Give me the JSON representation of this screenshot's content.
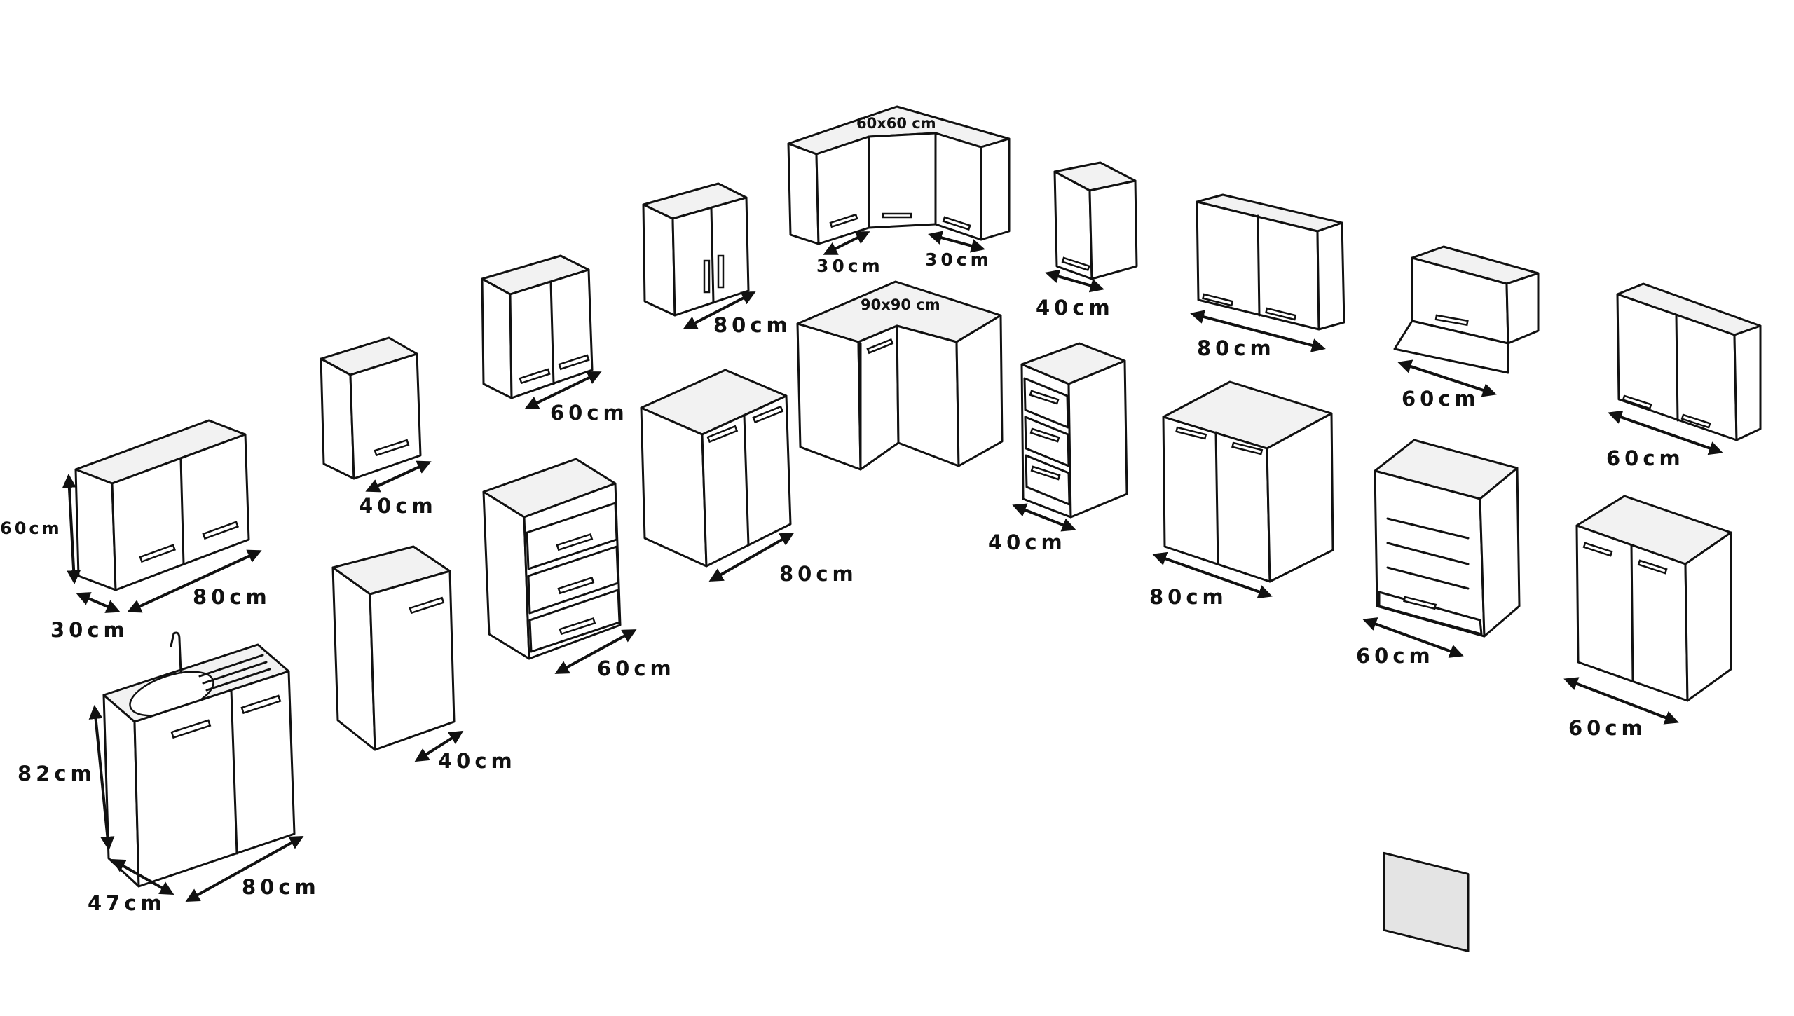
{
  "diagram": {
    "labels": {
      "sink_width": "80cm",
      "sink_depth": "47cm",
      "sink_height": "82cm",
      "wall_big_width": "80cm",
      "wall_big_depth": "30cm",
      "wall_big_height": "60cm",
      "wall_40": "40cm",
      "base_40": "40cm",
      "wall_60_a": "60cm",
      "drawer_60": "60cm",
      "wall_80_a": "80cm",
      "base_80_a": "80cm",
      "corner_wall_size": "60x60 cm",
      "corner_wall_left": "30cm",
      "corner_wall_right": "30cm",
      "corner_base_size": "90x90 cm",
      "wall_40_b": "40cm",
      "drawer_40": "40cm",
      "wall_80_b": "80cm",
      "base_80_b": "80cm",
      "hood_60": "60cm",
      "oven_60": "60cm",
      "wall_60_b": "60cm",
      "base_60": "60cm"
    }
  }
}
